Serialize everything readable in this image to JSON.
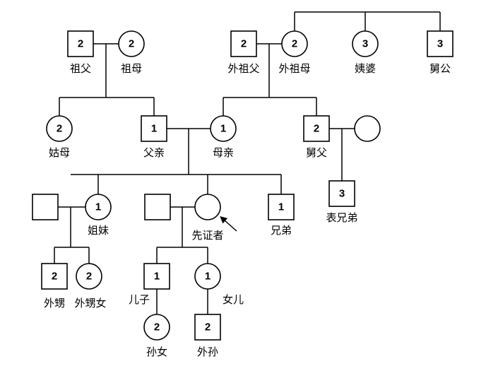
{
  "members": {
    "grandfather": {
      "degree": "2",
      "label": "祖父"
    },
    "grandmother": {
      "degree": "2",
      "label": "祖母"
    },
    "mat_grandfather": {
      "degree": "2",
      "label": "外祖父"
    },
    "mat_grandmother": {
      "degree": "2",
      "label": "外祖母"
    },
    "great_aunt": {
      "degree": "3",
      "label": "姨婆"
    },
    "great_uncle": {
      "degree": "3",
      "label": "舅公"
    },
    "aunt": {
      "degree": "2",
      "label": "姑母"
    },
    "father": {
      "degree": "1",
      "label": "父亲"
    },
    "mother": {
      "degree": "1",
      "label": "母亲"
    },
    "uncle": {
      "degree": "2",
      "label": "舅父"
    },
    "cousin": {
      "degree": "3",
      "label": "表兄弟"
    },
    "sister": {
      "degree": "1",
      "label": "姐妹"
    },
    "proband": {
      "degree": "",
      "label": "先证者"
    },
    "brother": {
      "degree": "1",
      "label": "兄弟"
    },
    "nephew": {
      "degree": "2",
      "label": "外甥"
    },
    "niece": {
      "degree": "2",
      "label": "外甥女"
    },
    "son": {
      "degree": "1",
      "label": "儿子"
    },
    "daughter": {
      "degree": "1",
      "label": "女儿"
    },
    "granddaughter": {
      "degree": "2",
      "label": "孙女"
    },
    "grandson": {
      "degree": "2",
      "label": "外孙"
    }
  }
}
